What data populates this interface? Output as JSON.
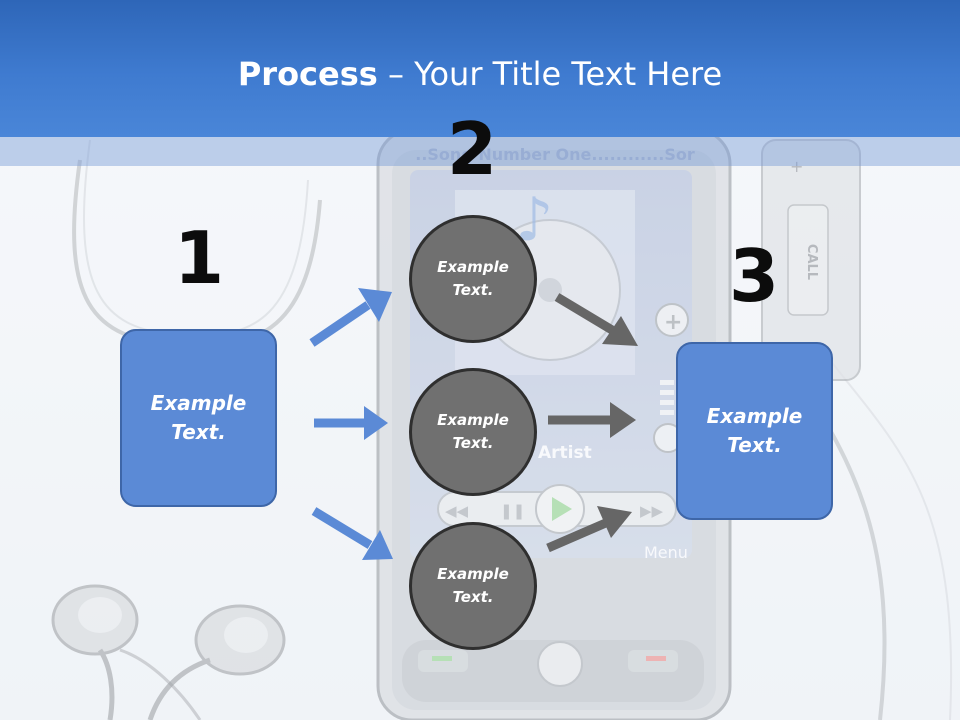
{
  "title": {
    "bold": "Process",
    "rest": " – Your Title Text Here"
  },
  "steps": [
    {
      "number": "1",
      "text": "Example Text."
    },
    {
      "number": "2",
      "text": "Example Text."
    },
    {
      "number": "3",
      "text": "Example Text."
    }
  ],
  "circles": [
    {
      "text": "Example Text."
    },
    {
      "text": "Example Text."
    },
    {
      "text": "Example Text."
    }
  ],
  "background_photo": {
    "screen_top_text": "..Song Number One............Sor",
    "artist_text": "Artist",
    "menu_text": "Menu",
    "side_button_text": "CALL"
  },
  "colors": {
    "header": "#3f7bd0",
    "box_fill": "#5b8ad6",
    "box_border": "#3e66a8",
    "circle_fill": "#707070",
    "circle_border": "#2f2f2f",
    "blue_arrow": "#5b8ad6",
    "gray_arrow": "#666666"
  }
}
